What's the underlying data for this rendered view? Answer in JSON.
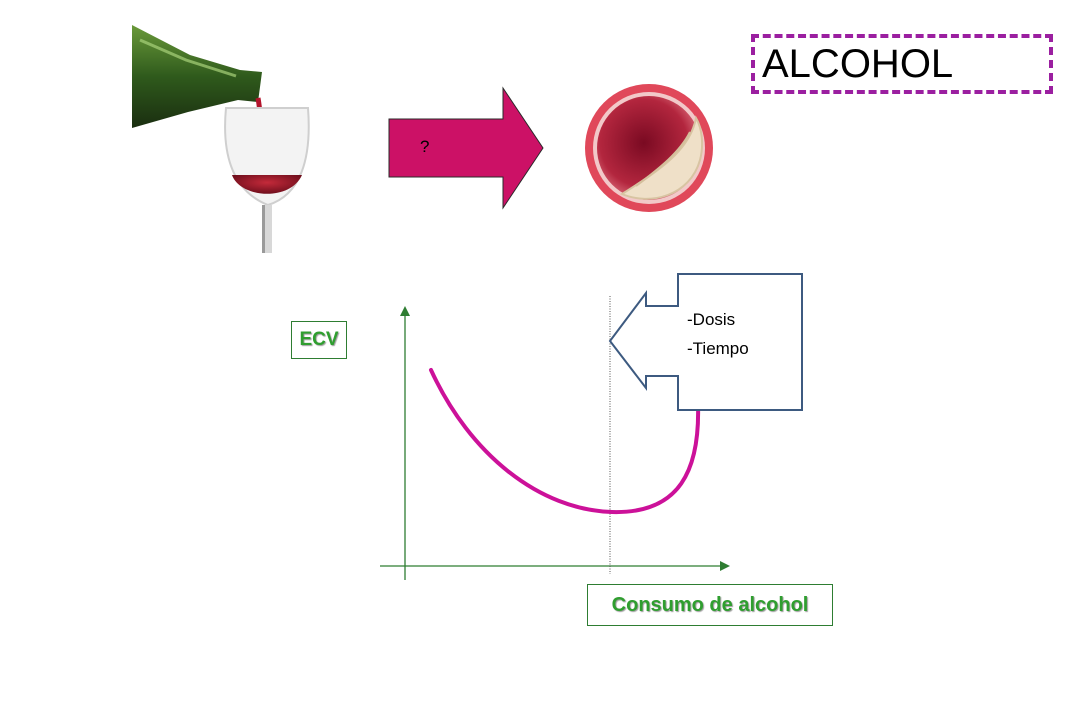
{
  "slide": {
    "title": "ALCOHOL",
    "arrow_label": "?",
    "factors": [
      "-Dosis",
      "-Tiempo"
    ],
    "y_axis_label": "ECV",
    "x_axis_label": "Consumo de alcohol"
  },
  "colors": {
    "title_border": "#9b1fa0",
    "arrow_fill": "#cc1166",
    "curve": "#cc1199",
    "axis": "#2e7d32",
    "label_text": "#2f9e2f",
    "callout_border": "#3d5a80"
  },
  "icons": {
    "wine": "wine-pouring-icon",
    "artery": "artery-cross-section-icon"
  }
}
